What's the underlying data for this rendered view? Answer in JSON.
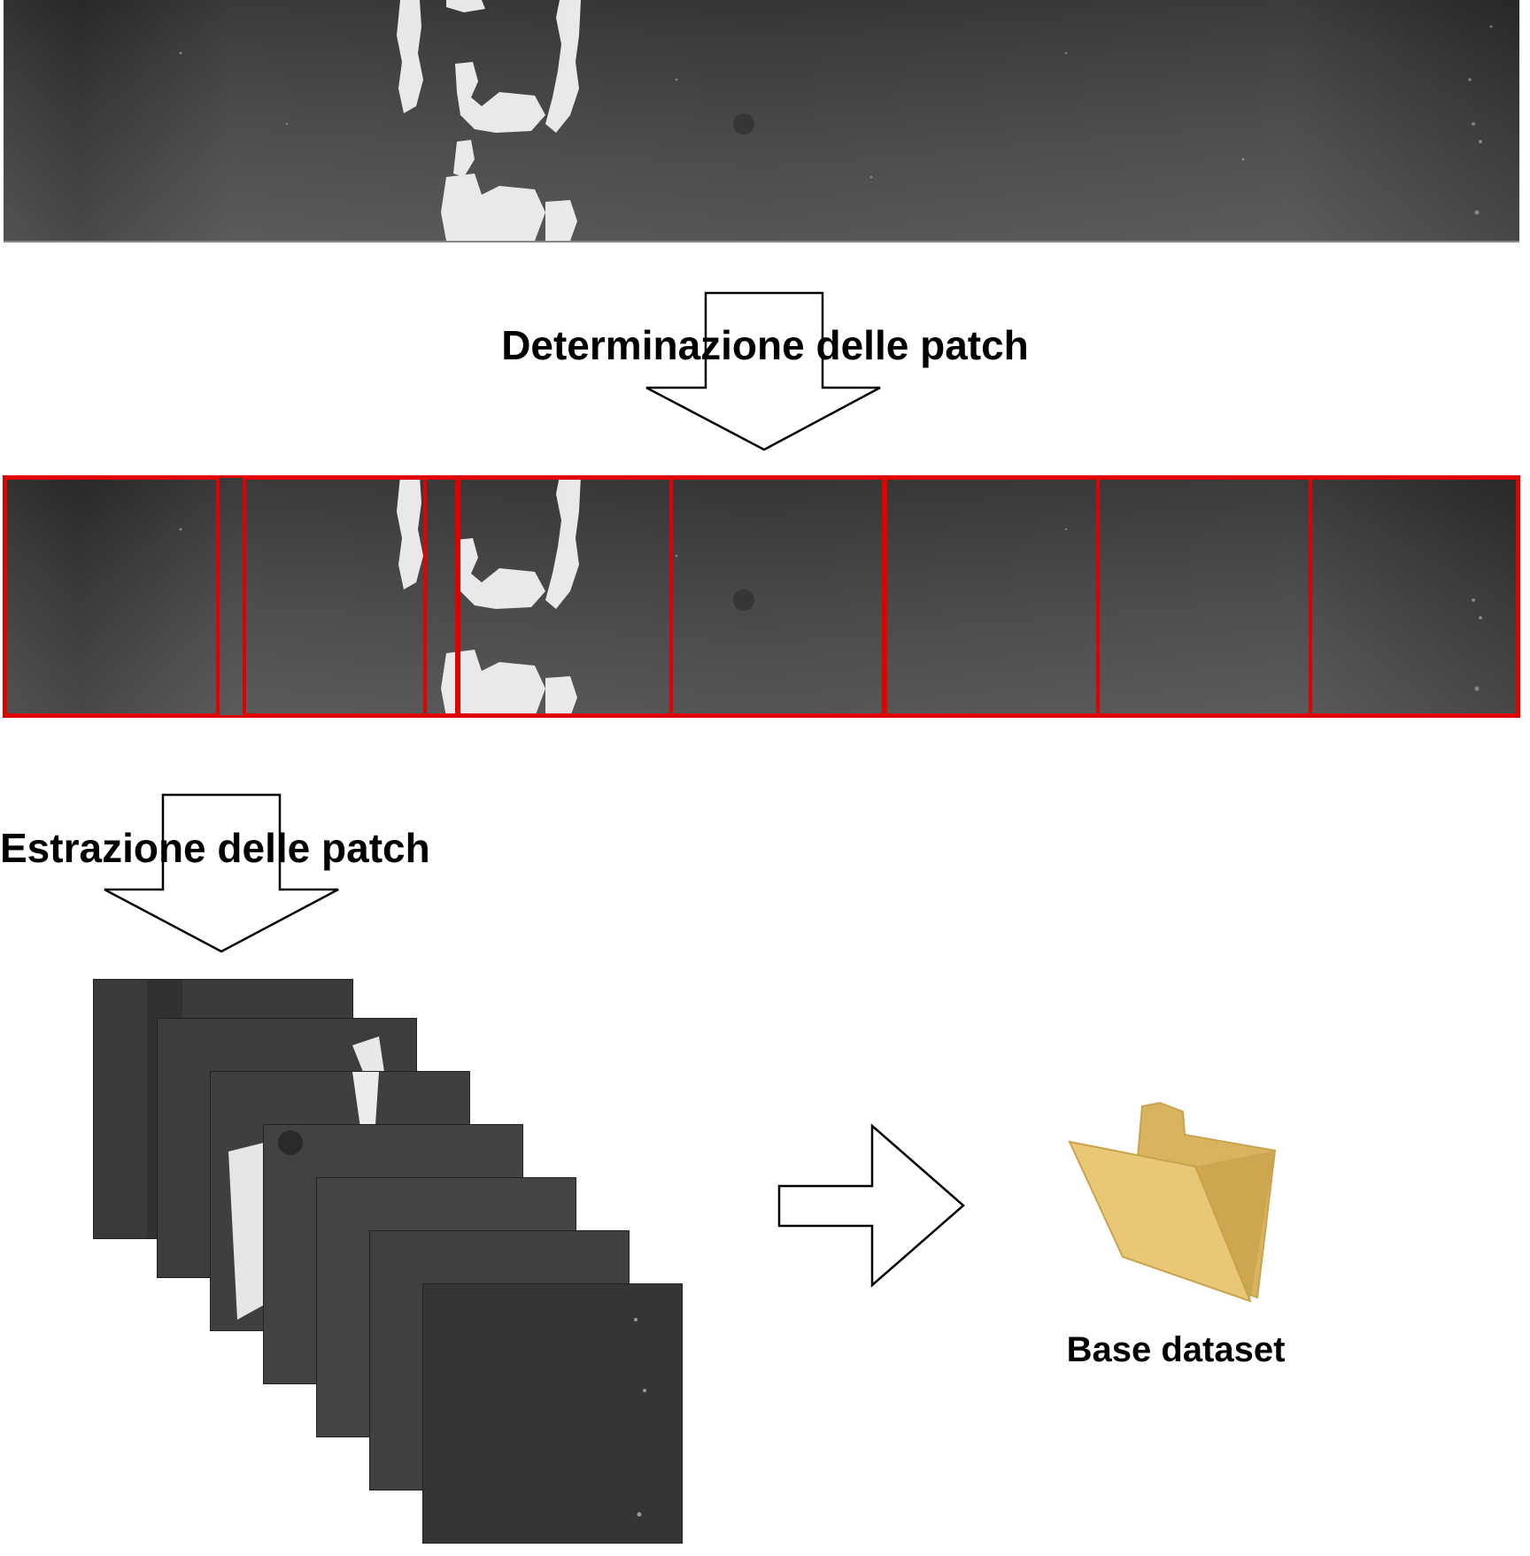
{
  "steps": {
    "step1_label": "Determinazione delle patch",
    "step2_label": "Estrazione delle patch"
  },
  "output": {
    "label": "Base dataset",
    "icon": "folder-icon"
  },
  "colors": {
    "patch_border": "#e00000",
    "folder_front": "#e8c877",
    "folder_back": "#d9b45e",
    "image_dark": "#333333"
  },
  "icons": [
    "arrow-down-icon",
    "arrow-down-icon",
    "arrow-right-icon",
    "folder-icon"
  ]
}
